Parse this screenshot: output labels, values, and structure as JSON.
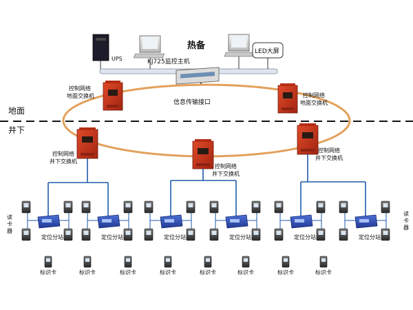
{
  "surface": {
    "title": "热备",
    "ups": "UPS",
    "host": "KJ725监控主机",
    "led": "LED大屏",
    "interface": "信息传输接口",
    "switch_label_1": "控制网络",
    "surface_switch": "地面交换机",
    "underground_switch": "井下交换机",
    "ground_zone": "地面",
    "underground_zone": "井下"
  },
  "devices": {
    "reader": "读卡器",
    "station": "定位分站",
    "card": "标识卡"
  },
  "colors": {
    "ring": "#e3a05a",
    "line": "#1e5aa8",
    "switch": "#c8361e",
    "station": "#2c4fb8",
    "ups": "#1c1c2a"
  }
}
